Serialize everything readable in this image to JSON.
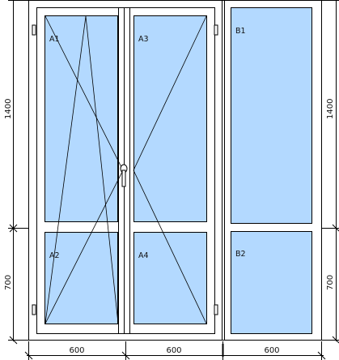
{
  "panes": {
    "a1": "A1",
    "a2": "A2",
    "a3": "A3",
    "a4": "A4",
    "b1": "B1",
    "b2": "B2"
  },
  "dimensions": {
    "width_left": "600",
    "width_middle": "600",
    "width_right": "600",
    "height_upper_left": "1400",
    "height_lower_left": "700",
    "height_upper_right": "1400",
    "height_lower_right": "700"
  },
  "colors": {
    "glass": "#b3d9ff",
    "frame": "#ffffff",
    "line": "#000000"
  }
}
